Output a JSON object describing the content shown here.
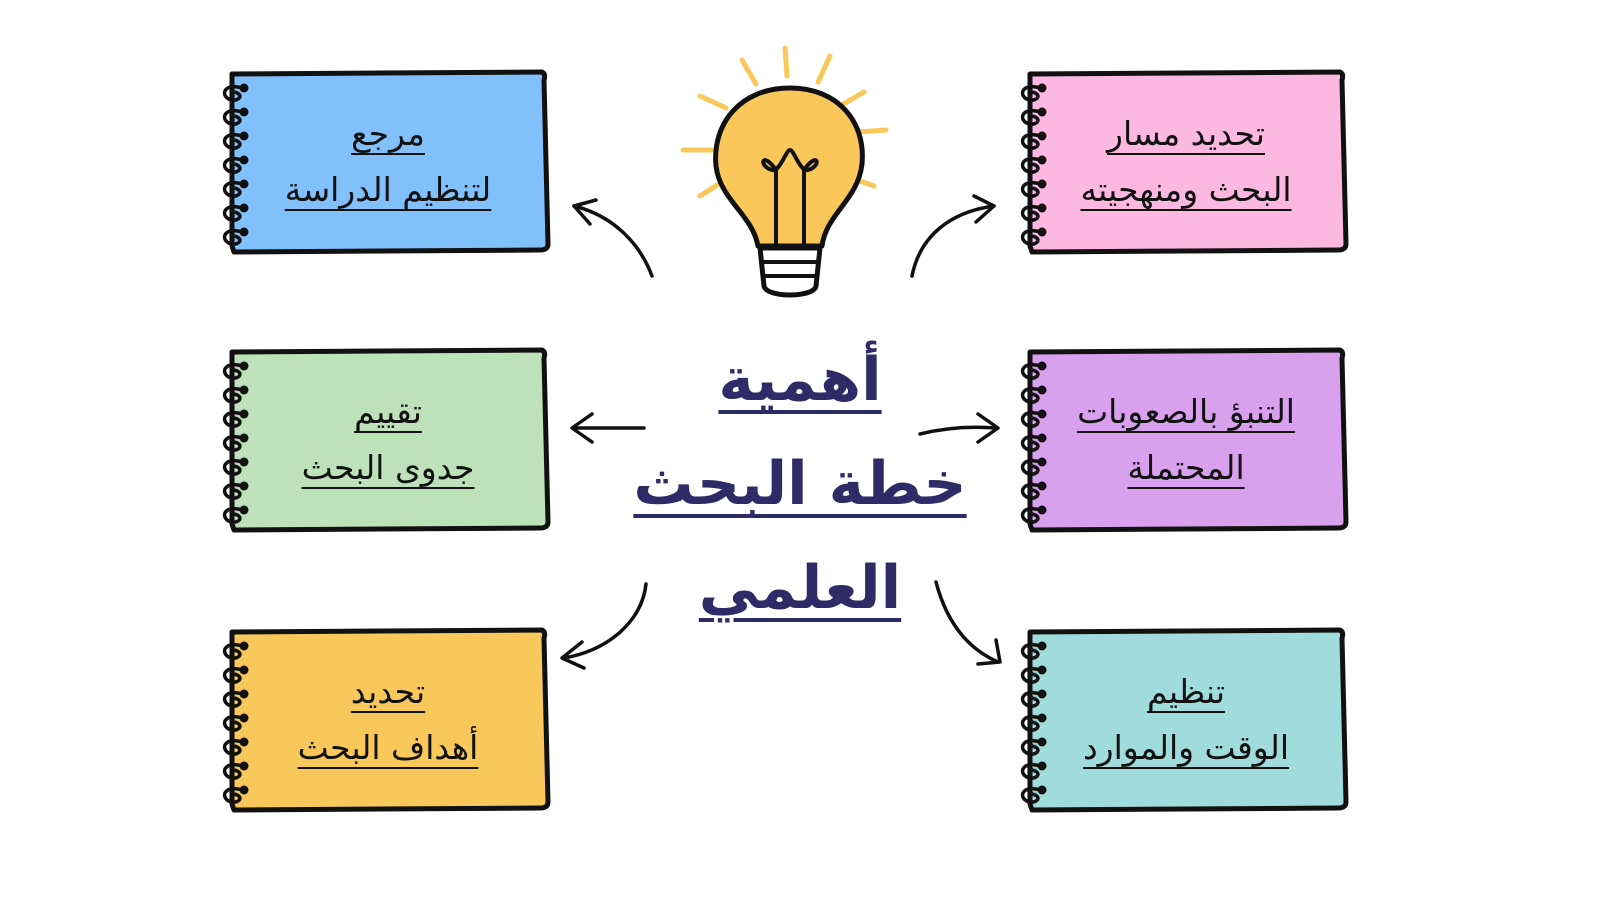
{
  "title": {
    "lines": [
      "أهمية",
      "خطة البحث",
      "العلمي"
    ],
    "color": "#2f2b66"
  },
  "cards": [
    {
      "id": "reference",
      "lines": [
        "مرجع",
        "لتنظيم الدراسة"
      ],
      "color": "#82c0fb"
    },
    {
      "id": "direction",
      "lines": [
        "تحديد مسار",
        "البحث ومنهجيته"
      ],
      "color": "#fcb8e1"
    },
    {
      "id": "evaluate",
      "lines": [
        "تقييم",
        "جدوى البحث"
      ],
      "color": "#bde1b8"
    },
    {
      "id": "predict",
      "lines": [
        "التنبؤ بالصعوبات",
        "المحتملة"
      ],
      "color": "#d9a0ee"
    },
    {
      "id": "goals",
      "lines": [
        "تحديد",
        "أهداف البحث"
      ],
      "color": "#f9c85a"
    },
    {
      "id": "organize",
      "lines": [
        "تنظيم",
        "الوقت والموارد"
      ],
      "color": "#a0dcdc"
    }
  ],
  "icons": {
    "bulb": "lightbulb-icon",
    "arrows": "arrow-icon"
  },
  "colors": {
    "bulb_fill": "#fac85a",
    "ink": "#111111"
  }
}
